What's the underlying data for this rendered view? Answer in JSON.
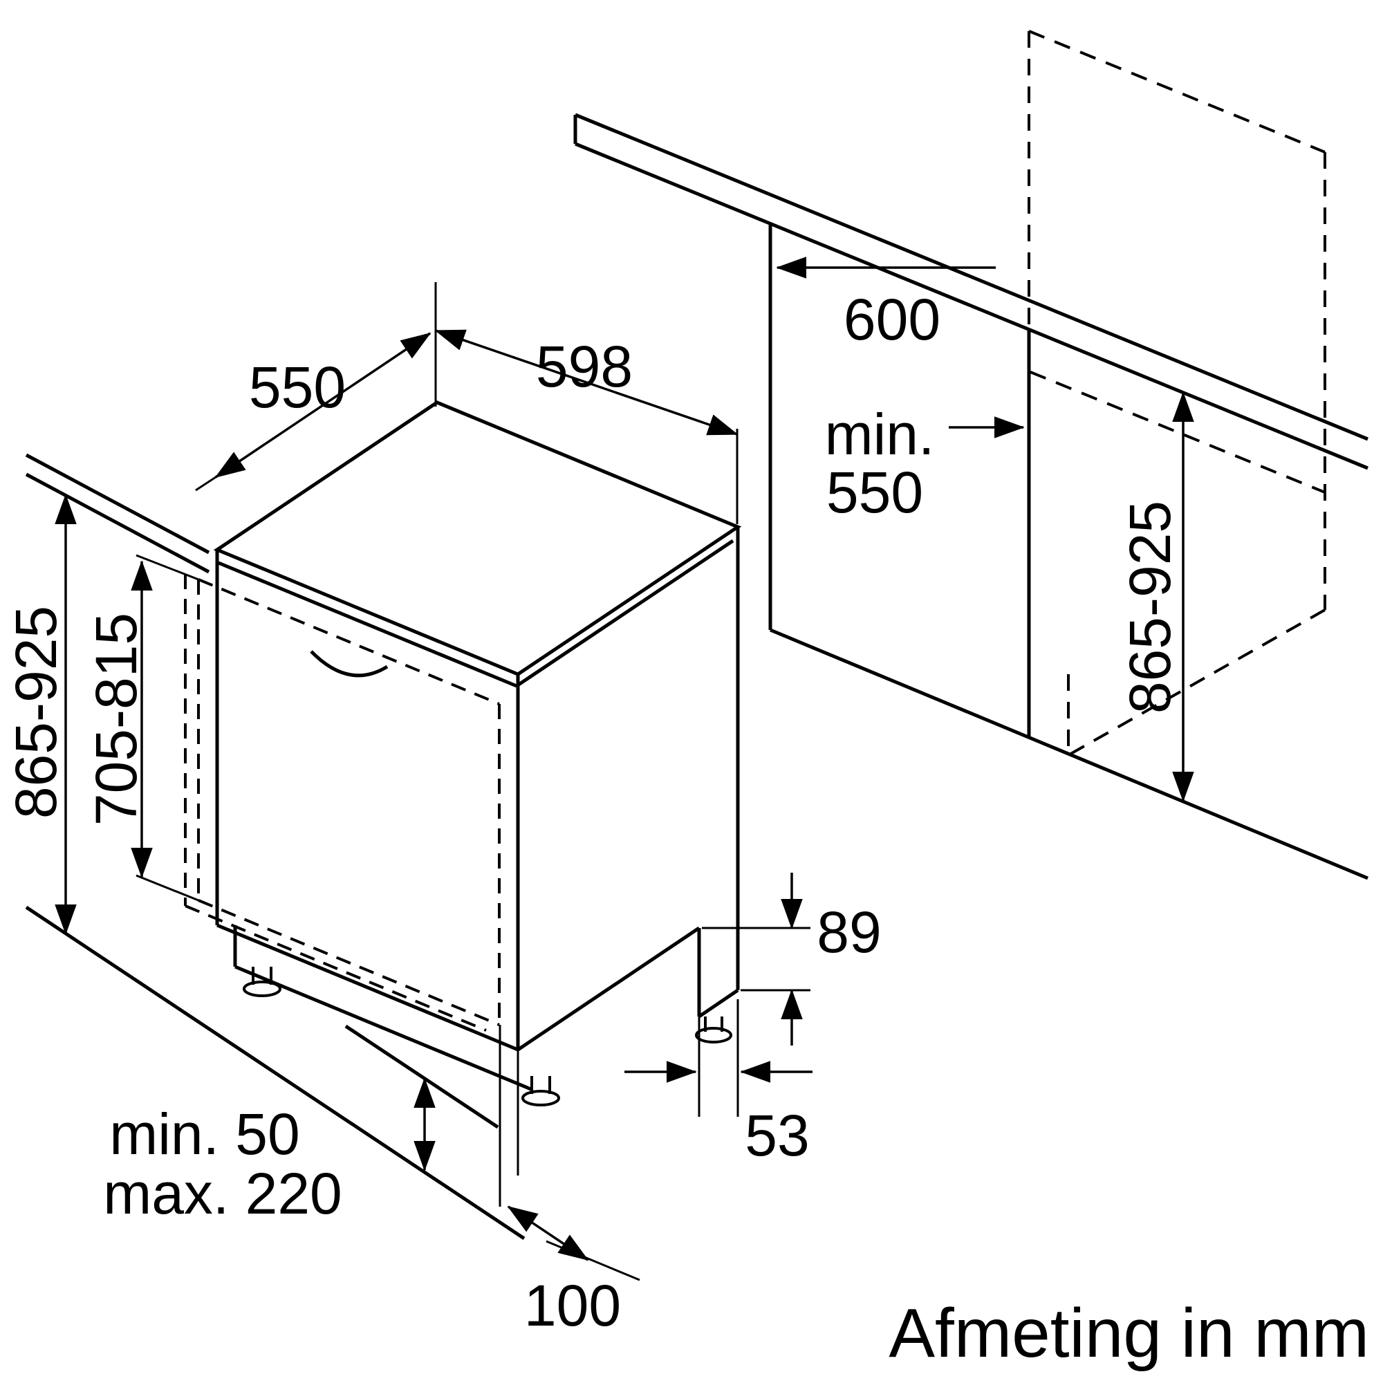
{
  "colors": {
    "line": "#000000",
    "background": "#ffffff"
  },
  "appliance": {
    "depth_label": "550",
    "width_label": "598",
    "height_label": "865-925",
    "door_height_label": "705-815",
    "base_step_height_label": "89",
    "base_step_depth_label": "53",
    "plinth_depth_label": "100",
    "plinth_min_label": "min. 50",
    "plinth_max_label": "max. 220"
  },
  "niche": {
    "counter_depth_label": "600",
    "width_min_line1": "min.",
    "width_min_line2": "550",
    "height_label": "865-925"
  },
  "footer": {
    "units_label": "Afmeting in mm"
  }
}
